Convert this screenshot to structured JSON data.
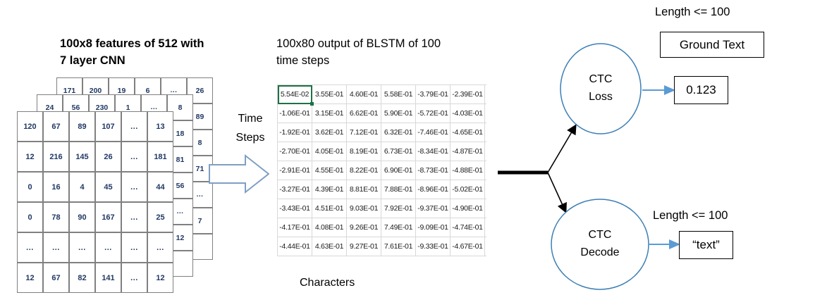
{
  "headings": {
    "cnn": "100x8 features of 512 with\n7 layer CNN",
    "blstm": "100x80  output of BLSTM of 100\ntime steps"
  },
  "labels": {
    "time_steps": "Time\nSteps",
    "characters": "Characters",
    "length_top": "Length <= 100",
    "length_bottom": "Length <= 100"
  },
  "cnn_stack": {
    "front_layer": [
      [
        "120",
        "67",
        "89",
        "107",
        "...",
        "13"
      ],
      [
        "12",
        "216",
        "145",
        "26",
        "...",
        "181"
      ],
      [
        "0",
        "16",
        "4",
        "45",
        "...",
        "44"
      ],
      [
        "0",
        "78",
        "90",
        "167",
        "...",
        "25"
      ],
      [
        "...",
        "...",
        "...",
        "...",
        "...",
        "..."
      ],
      [
        "12",
        "67",
        "82",
        "141",
        "...",
        "12"
      ]
    ],
    "mid_layer": [
      [
        "24",
        "56",
        "230",
        "1",
        "...",
        "8"
      ],
      [
        "",
        "",
        "",
        "",
        "",
        "18"
      ],
      [
        "",
        "",
        "",
        "",
        "",
        "81"
      ],
      [
        "",
        "",
        "",
        "",
        "",
        "56"
      ],
      [
        "",
        "",
        "",
        "",
        "",
        "..."
      ],
      [
        "",
        "",
        "",
        "",
        "",
        "12"
      ],
      [
        "",
        "",
        "",
        "",
        "",
        ""
      ]
    ],
    "back_layer": [
      [
        "171",
        "200",
        "19",
        "6",
        "...",
        "26"
      ],
      [
        "",
        "",
        "",
        "",
        "",
        "89"
      ],
      [
        "",
        "",
        "",
        "",
        "",
        "8"
      ],
      [
        "",
        "",
        "",
        "",
        "",
        "71"
      ],
      [
        "",
        "",
        "",
        "",
        "",
        "..."
      ],
      [
        "",
        "",
        "",
        "",
        "",
        "7"
      ],
      [
        "",
        "",
        "",
        "",
        "",
        ""
      ]
    ]
  },
  "blstm_matrix": {
    "selected_cell": "5.54E-02",
    "rows": [
      [
        "5.54E-02",
        "3.55E-01",
        "4.60E-01",
        "5.58E-01",
        "-3.79E-01",
        "-2.39E-01",
        "-"
      ],
      [
        "-1.06E-01",
        "3.15E-01",
        "6.62E-01",
        "5.90E-01",
        "-5.72E-01",
        "-4.03E-01",
        "-"
      ],
      [
        "-1.92E-01",
        "3.62E-01",
        "7.12E-01",
        "6.32E-01",
        "-7.46E-01",
        "-4.65E-01",
        "-"
      ],
      [
        "-2.70E-01",
        "4.05E-01",
        "8.19E-01",
        "6.73E-01",
        "-8.34E-01",
        "-4.87E-01",
        "-"
      ],
      [
        "-2.91E-01",
        "4.55E-01",
        "8.22E-01",
        "6.90E-01",
        "-8.73E-01",
        "-4.88E-01",
        "-"
      ],
      [
        "-3.27E-01",
        "4.39E-01",
        "8.81E-01",
        "7.88E-01",
        "-8.96E-01",
        "-5.02E-01",
        "-"
      ],
      [
        "-3.43E-01",
        "4.51E-01",
        "9.03E-01",
        "7.92E-01",
        "-9.37E-01",
        "-4.90E-01",
        "-"
      ],
      [
        "-4.17E-01",
        "4.08E-01",
        "9.26E-01",
        "7.49E-01",
        "-9.09E-01",
        "-4.74E-01",
        "-"
      ],
      [
        "-4.44E-01",
        "4.63E-01",
        "9.27E-01",
        "7.61E-01",
        "-9.33E-01",
        "-4.67E-01",
        "-"
      ]
    ]
  },
  "nodes": {
    "ctc_loss": "CTC\nLoss",
    "ctc_decode": "CTC\nDecode"
  },
  "outputs": {
    "ground_text": "Ground Text",
    "loss_value": "0.123",
    "decoded_text": "“text”"
  },
  "colors": {
    "circle_stroke": "#3d7fb5",
    "thin_arrow": "#5b9bd5",
    "block_arrow": "#7f9fc4",
    "grid_line": "#d8d8d8",
    "cell_text": "#203864",
    "selection": "#1e7145"
  }
}
